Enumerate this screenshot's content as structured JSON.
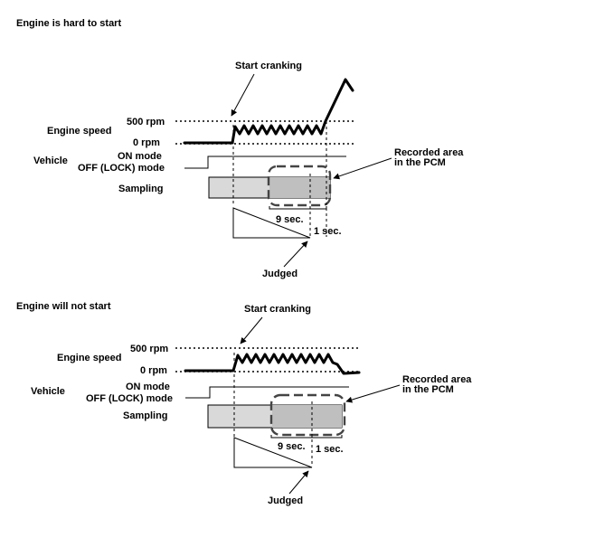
{
  "diagrams": [
    {
      "title": "Engine is hard to start",
      "start_cranking": "Start cranking",
      "engine_speed_label": "Engine speed",
      "rpm_high": "500 rpm",
      "rpm_low": "0 rpm",
      "vehicle_label": "Vehicle",
      "on_mode": "ON mode",
      "off_mode": "OFF (LOCK) mode",
      "sampling_label": "Sampling",
      "recorded_area_line1": "Recorded area",
      "recorded_area_line2": "in the PCM",
      "nine_sec": "9 sec.",
      "one_sec": "1 sec.",
      "judged": "Judged"
    },
    {
      "title": "Engine will not start",
      "start_cranking": "Start cranking",
      "engine_speed_label": "Engine speed",
      "rpm_high": "500 rpm",
      "rpm_low": "0 rpm",
      "vehicle_label": "Vehicle",
      "on_mode": "ON mode",
      "off_mode": "OFF (LOCK) mode",
      "sampling_label": "Sampling",
      "recorded_area_line1": "Recorded area",
      "recorded_area_line2": "in the PCM",
      "nine_sec": "9 sec.",
      "one_sec": "1 sec.",
      "judged": "Judged"
    }
  ],
  "colors": {
    "sampling_fill": "#d9d9d9",
    "recorded_fill": "#bfbfbf",
    "line": "#000000"
  }
}
